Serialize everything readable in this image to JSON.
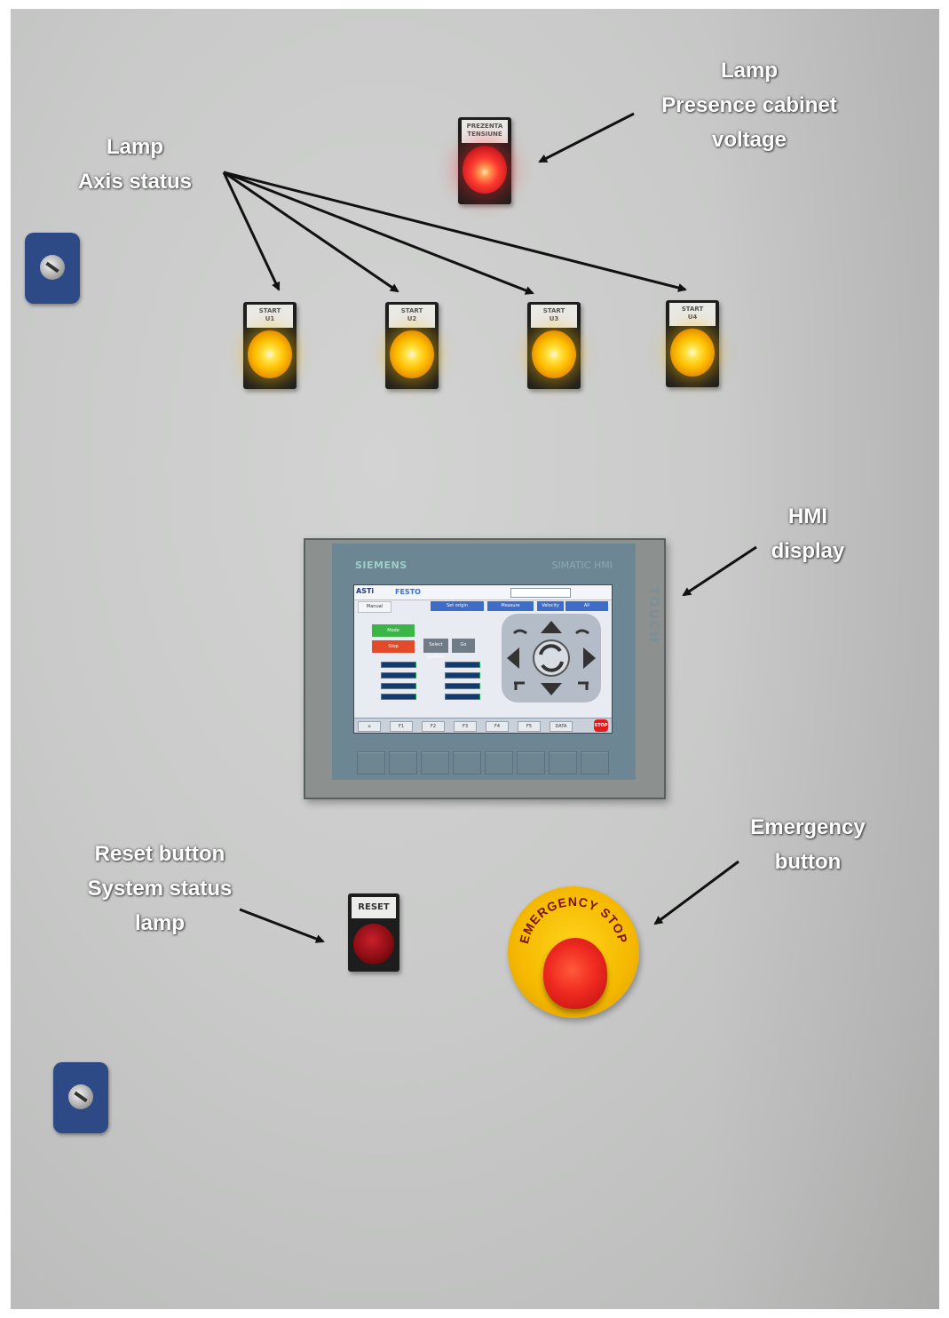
{
  "annotations": {
    "axis_lamp": [
      "Lamp",
      "Axis status"
    ],
    "cabinet_lamp": [
      "Lamp",
      "Presence cabinet",
      "voltage"
    ],
    "hmi": [
      "HMI",
      "display"
    ],
    "reset": [
      "Reset button",
      "System status",
      "lamp"
    ],
    "emergency": [
      "Emergency",
      "button"
    ]
  },
  "panel": {
    "voltage_lamp_plate": "PREZENTA\nTENSIUNE",
    "axis_lamps": [
      {
        "plate": "START\nU1"
      },
      {
        "plate": "START\nU2"
      },
      {
        "plate": "START\nU3"
      },
      {
        "plate": "START\nU4"
      }
    ],
    "reset_plate": "RESET",
    "estop_text": "EMERGENCY STOP",
    "hmi_brand": "SIEMENS",
    "hmi_model": "SIMATIC HMI",
    "hmi_touch": "TOUCH"
  },
  "hmi_screen": {
    "logo": "ASTi",
    "logo2": "FESTO",
    "tabs": [
      "Manual",
      "Set origin",
      "Measure",
      "Velocity",
      "All"
    ],
    "btn_green": "Mode",
    "btn_red": "Stop",
    "btn_a": "Select position",
    "btn_b": "Go",
    "bottom_keys": [
      "F1",
      "F2",
      "F3",
      "F4",
      "F5",
      "DATA"
    ],
    "stop": "STOP"
  },
  "colors": {
    "lamp_yellow": "#ffc000",
    "lamp_red": "#ff3a30",
    "label_text": "#ffffff",
    "key_blue": "#2d4a86",
    "estop_yellow": "#f5b800",
    "estop_red": "#ef2a20"
  }
}
